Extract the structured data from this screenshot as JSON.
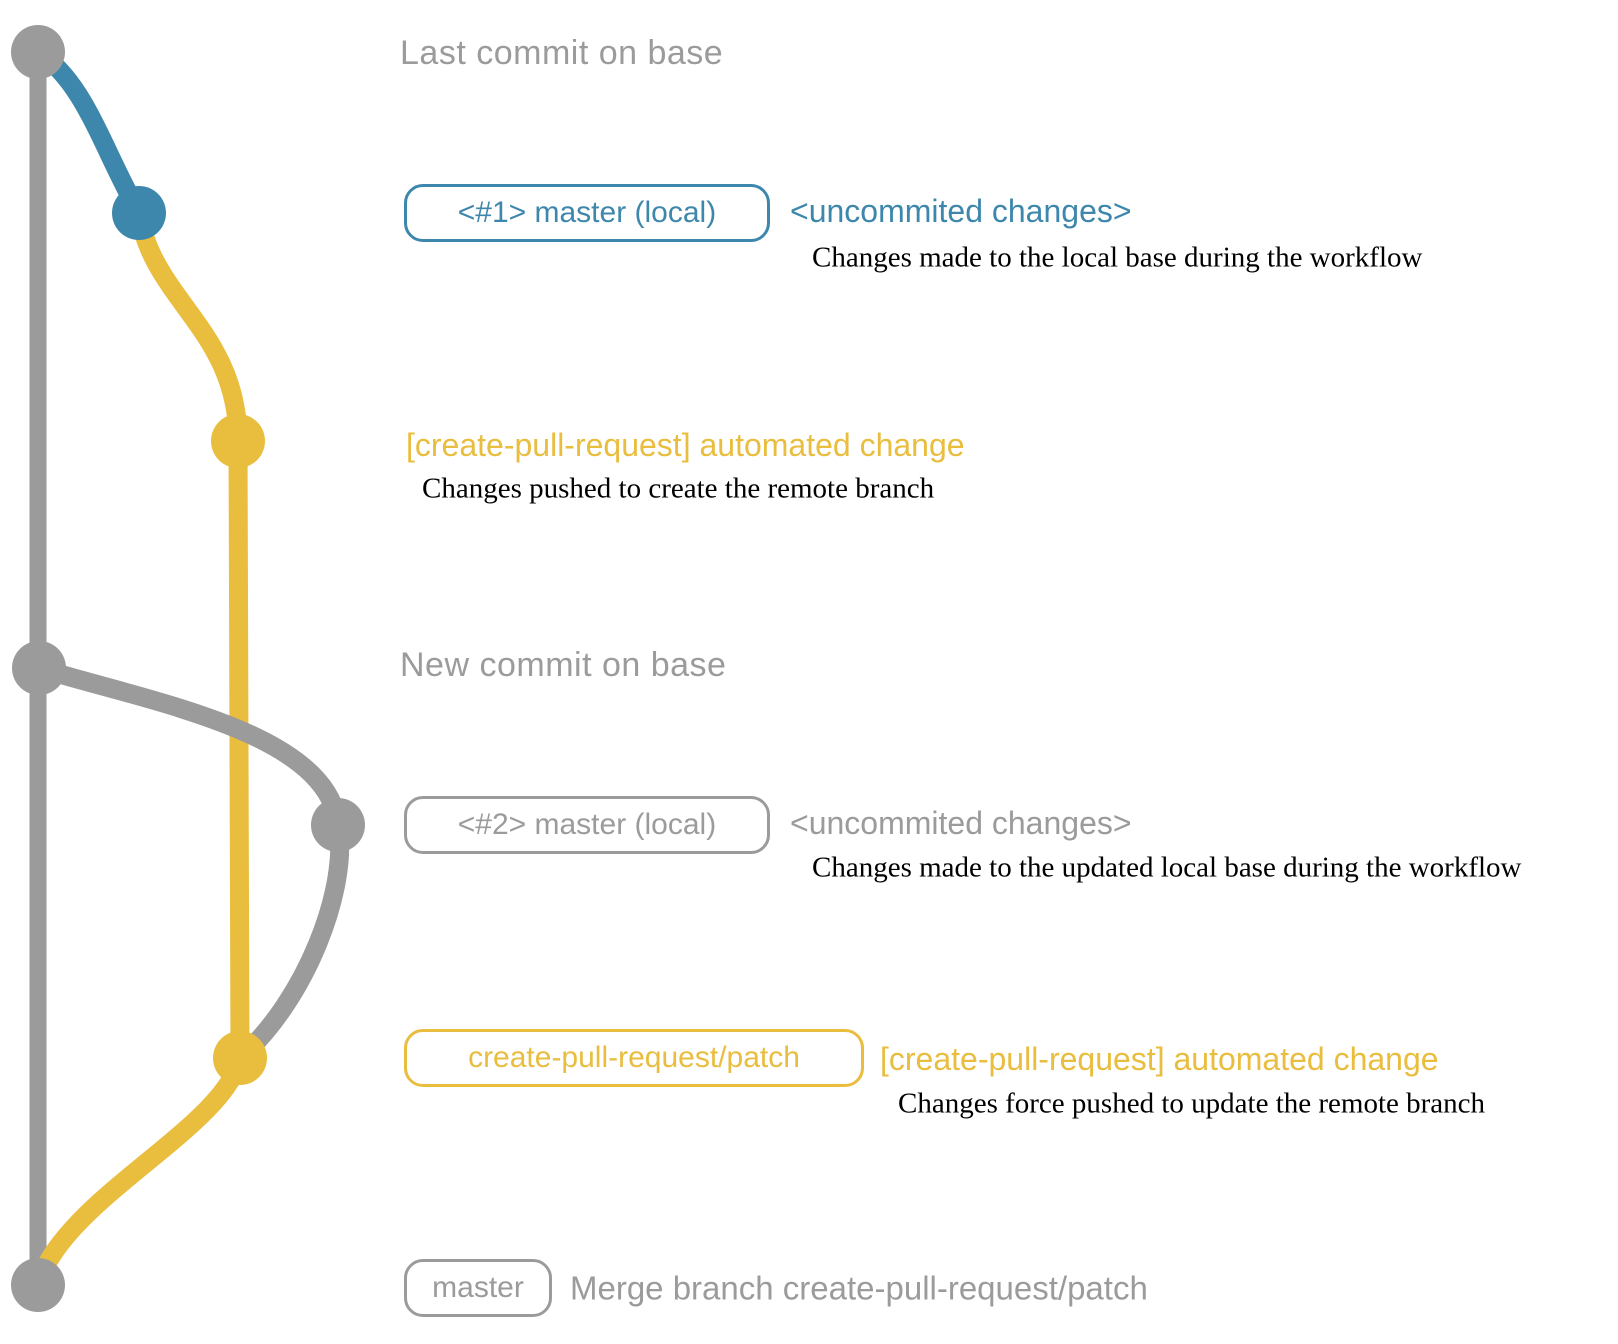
{
  "colors": {
    "gray": "#9b9b9b",
    "blue": "#3e87ac",
    "yellow": "#e9bd3e",
    "description_text": "#000000"
  },
  "rows": [
    {
      "label": "Last commit on base"
    },
    {
      "tag": "<#1> master (local)",
      "message": "<uncommited changes>",
      "description": "Changes made to the local base during the workflow"
    },
    {
      "message": "[create-pull-request] automated change",
      "description": "Changes pushed to create the remote branch"
    },
    {
      "label": "New commit on base"
    },
    {
      "tag": "<#2> master (local)",
      "message": "<uncommited changes>",
      "description": "Changes made to the updated local base during the workflow"
    },
    {
      "tag": "create-pull-request/patch",
      "message": "[create-pull-request] automated change",
      "description": "Changes force pushed to update the remote branch"
    },
    {
      "tag": "master",
      "message": "Merge branch create-pull-request/patch"
    }
  ],
  "graph": {
    "branches": [
      {
        "name": "master",
        "color": "#9b9b9b"
      },
      {
        "name": "local uncommitted changes",
        "color": "#3e87ac"
      },
      {
        "name": "create-pull-request/patch",
        "color": "#e9bd3e"
      }
    ],
    "commit_count": 7
  }
}
